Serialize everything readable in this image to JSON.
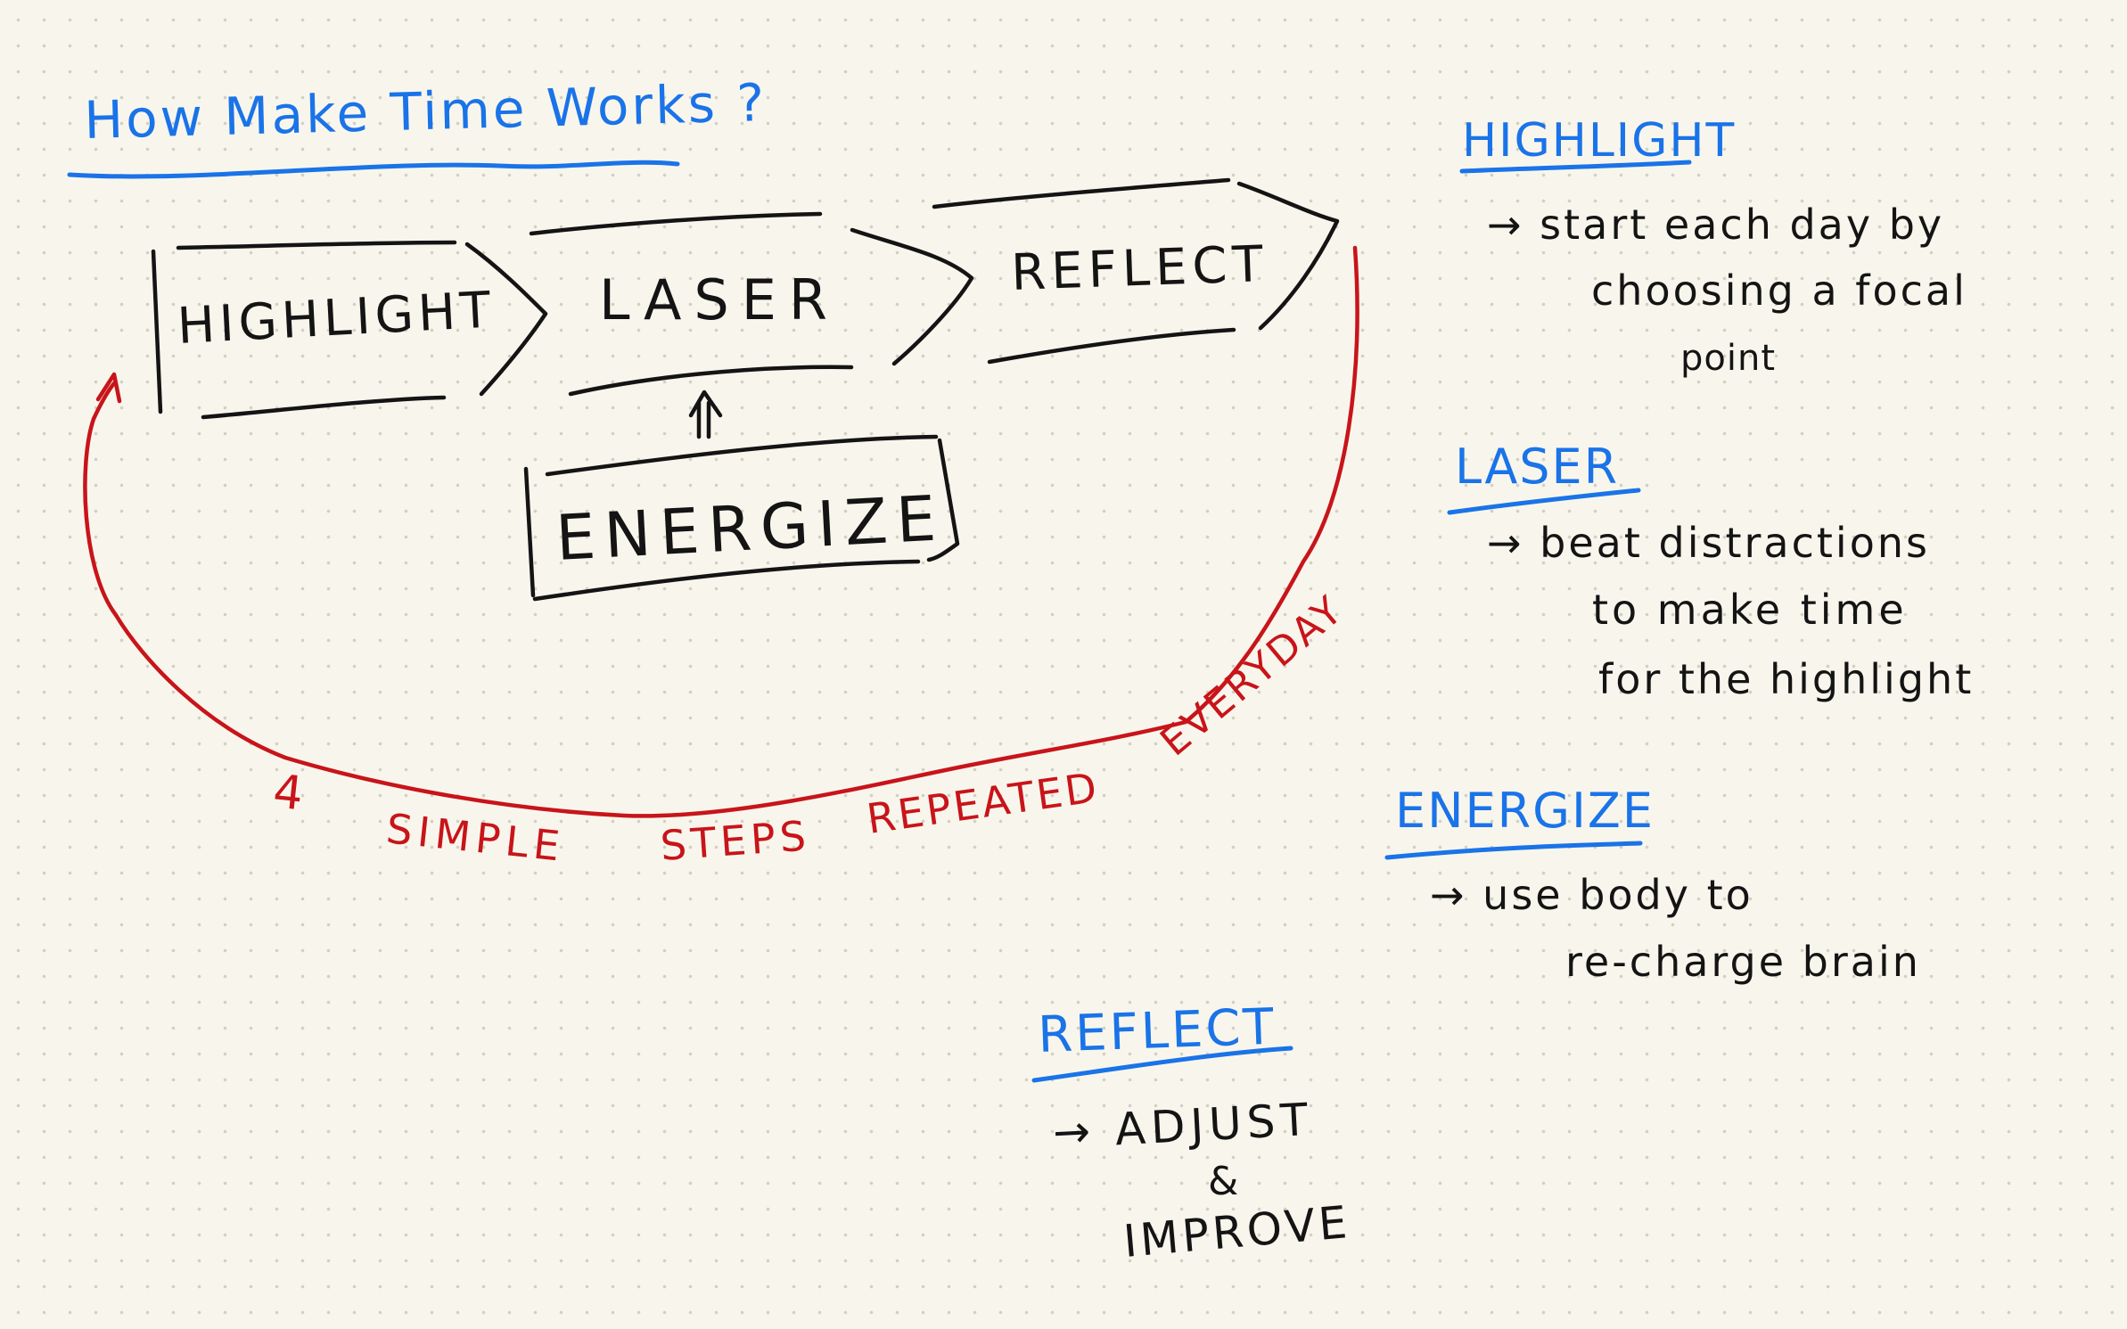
{
  "title": "How Make Time Works ?",
  "colors": {
    "paper": "#f8f6ec",
    "ink": "#141414",
    "heading": "#1a73e8",
    "loop": "#c8141a"
  },
  "flow": {
    "steps": [
      "HIGHLIGHT",
      "LASER",
      "REFLECT"
    ],
    "support_step": "ENERGIZE",
    "loop_label": {
      "count": "4",
      "words": [
        "SIMPLE",
        "STEPS",
        "REPEATED",
        "EVERYDAY"
      ]
    }
  },
  "notes": [
    {
      "heading": "HIGHLIGHT",
      "lines": [
        "→ start each day by",
        "choosing a focal",
        "point"
      ]
    },
    {
      "heading": "LASER",
      "lines": [
        "→ beat distractions",
        "to make time",
        "for the highlight"
      ]
    },
    {
      "heading": "ENERGIZE",
      "lines": [
        "→ use body to",
        "re-charge brain"
      ]
    },
    {
      "heading": "REFLECT",
      "lines": [
        "→ ADJUST",
        "&",
        "IMPROVE"
      ]
    }
  ]
}
